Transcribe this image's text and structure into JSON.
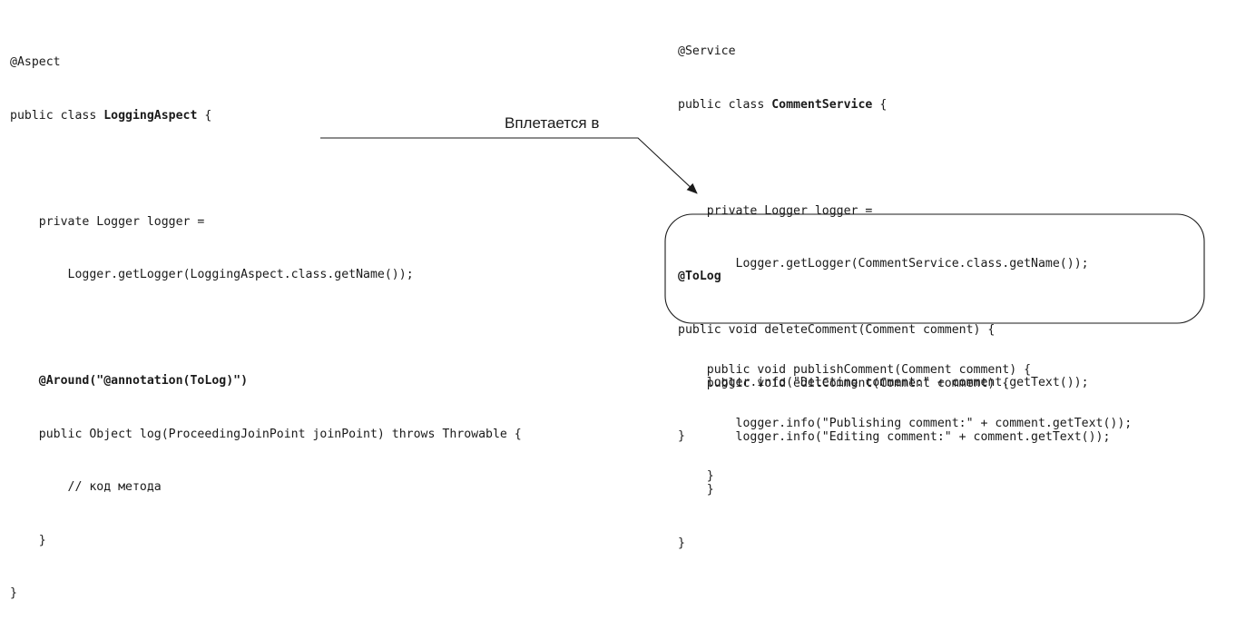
{
  "aspect": {
    "annotation": "@Aspect",
    "class_decl_prefix": "public class ",
    "class_name": "LoggingAspect",
    "class_decl_suffix": " {",
    "logger_decl": "private Logger logger =",
    "logger_init": "Logger.getLogger(LoggingAspect.class.getName());",
    "around_annotation": "@Around(\"@annotation(ToLog)\")",
    "method_signature": "public Object log(ProceedingJoinPoint joinPoint) throws Throwable {",
    "method_comment": "// код метода",
    "method_close": "}",
    "class_close": "}"
  },
  "weave": {
    "label": "Вплетается в"
  },
  "service": {
    "annotation": "@Service",
    "class_decl_prefix": "public class ",
    "class_name": "CommentService",
    "class_decl_suffix": " {",
    "logger_decl": "private Logger logger =",
    "logger_init": "Logger.getLogger(CommentService.class.getName());",
    "publish": {
      "signature": "public void publishComment(Comment comment) {",
      "body": "logger.info(\"Publishing comment:\" + comment.getText());",
      "close": "}"
    },
    "delete": {
      "annotation": "@ToLog",
      "signature": "public void deleteComment(Comment comment) {",
      "body": "logger.info(\"Deleting comment:\" + comment.getText());",
      "close": "}"
    },
    "edit": {
      "signature": "public void editComment(Comment comment) {",
      "body": "logger.info(\"Editing comment:\" + comment.getText());",
      "close": "}"
    },
    "class_close": "}"
  }
}
